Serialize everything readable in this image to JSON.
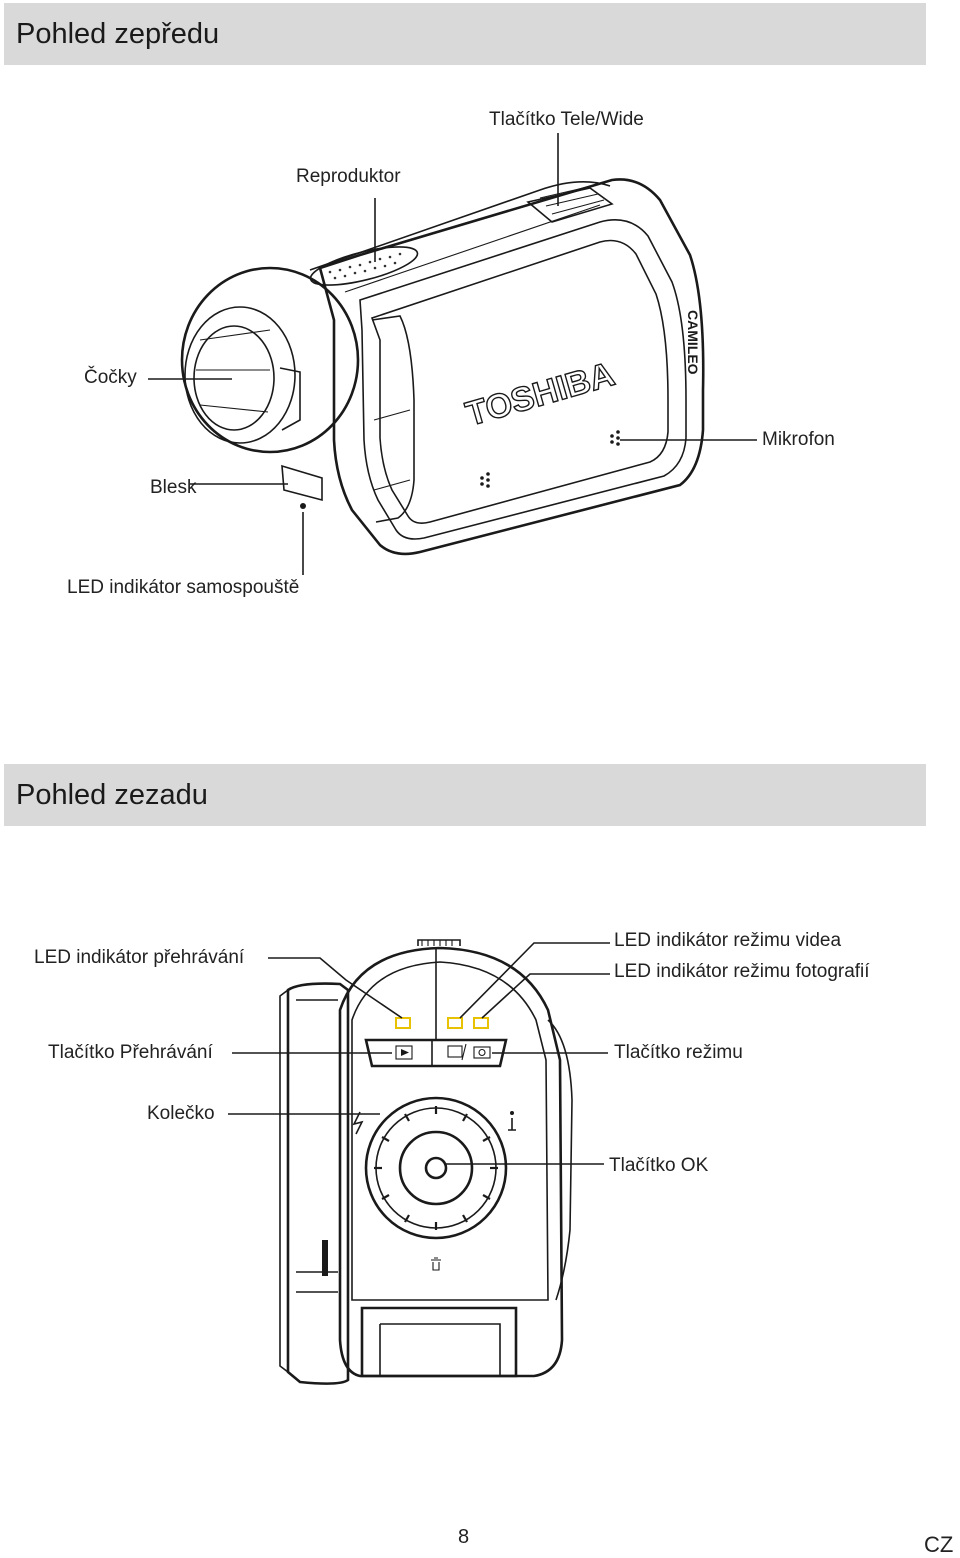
{
  "front": {
    "title": "Pohled zepředu",
    "labels": {
      "tele_wide": "Tlačítko Tele/Wide",
      "speaker": "Reproduktor",
      "lens": "Čočky",
      "microphone": "Mikrofon",
      "flash": "Blesk",
      "self_timer_led": "LED indikátor samospouště"
    },
    "brand": "TOSHIBA",
    "model": "CAMILEO"
  },
  "back": {
    "title": "Pohled zezadu",
    "labels": {
      "playback_led": "LED indikátor přehrávání",
      "video_led": "LED indikátor režimu videa",
      "photo_led": "LED indikátor režimu fotografií",
      "playback_button": "Tlačítko Přehrávání",
      "mode_button": "Tlačítko režimu",
      "wheel": "Kolečko",
      "ok_button": "Tlačítko OK"
    }
  },
  "footer": {
    "page_number": "8",
    "language": "CZ"
  },
  "colors": {
    "section_bar": "#d9d9d9",
    "led_yellow": "#e8c200"
  }
}
